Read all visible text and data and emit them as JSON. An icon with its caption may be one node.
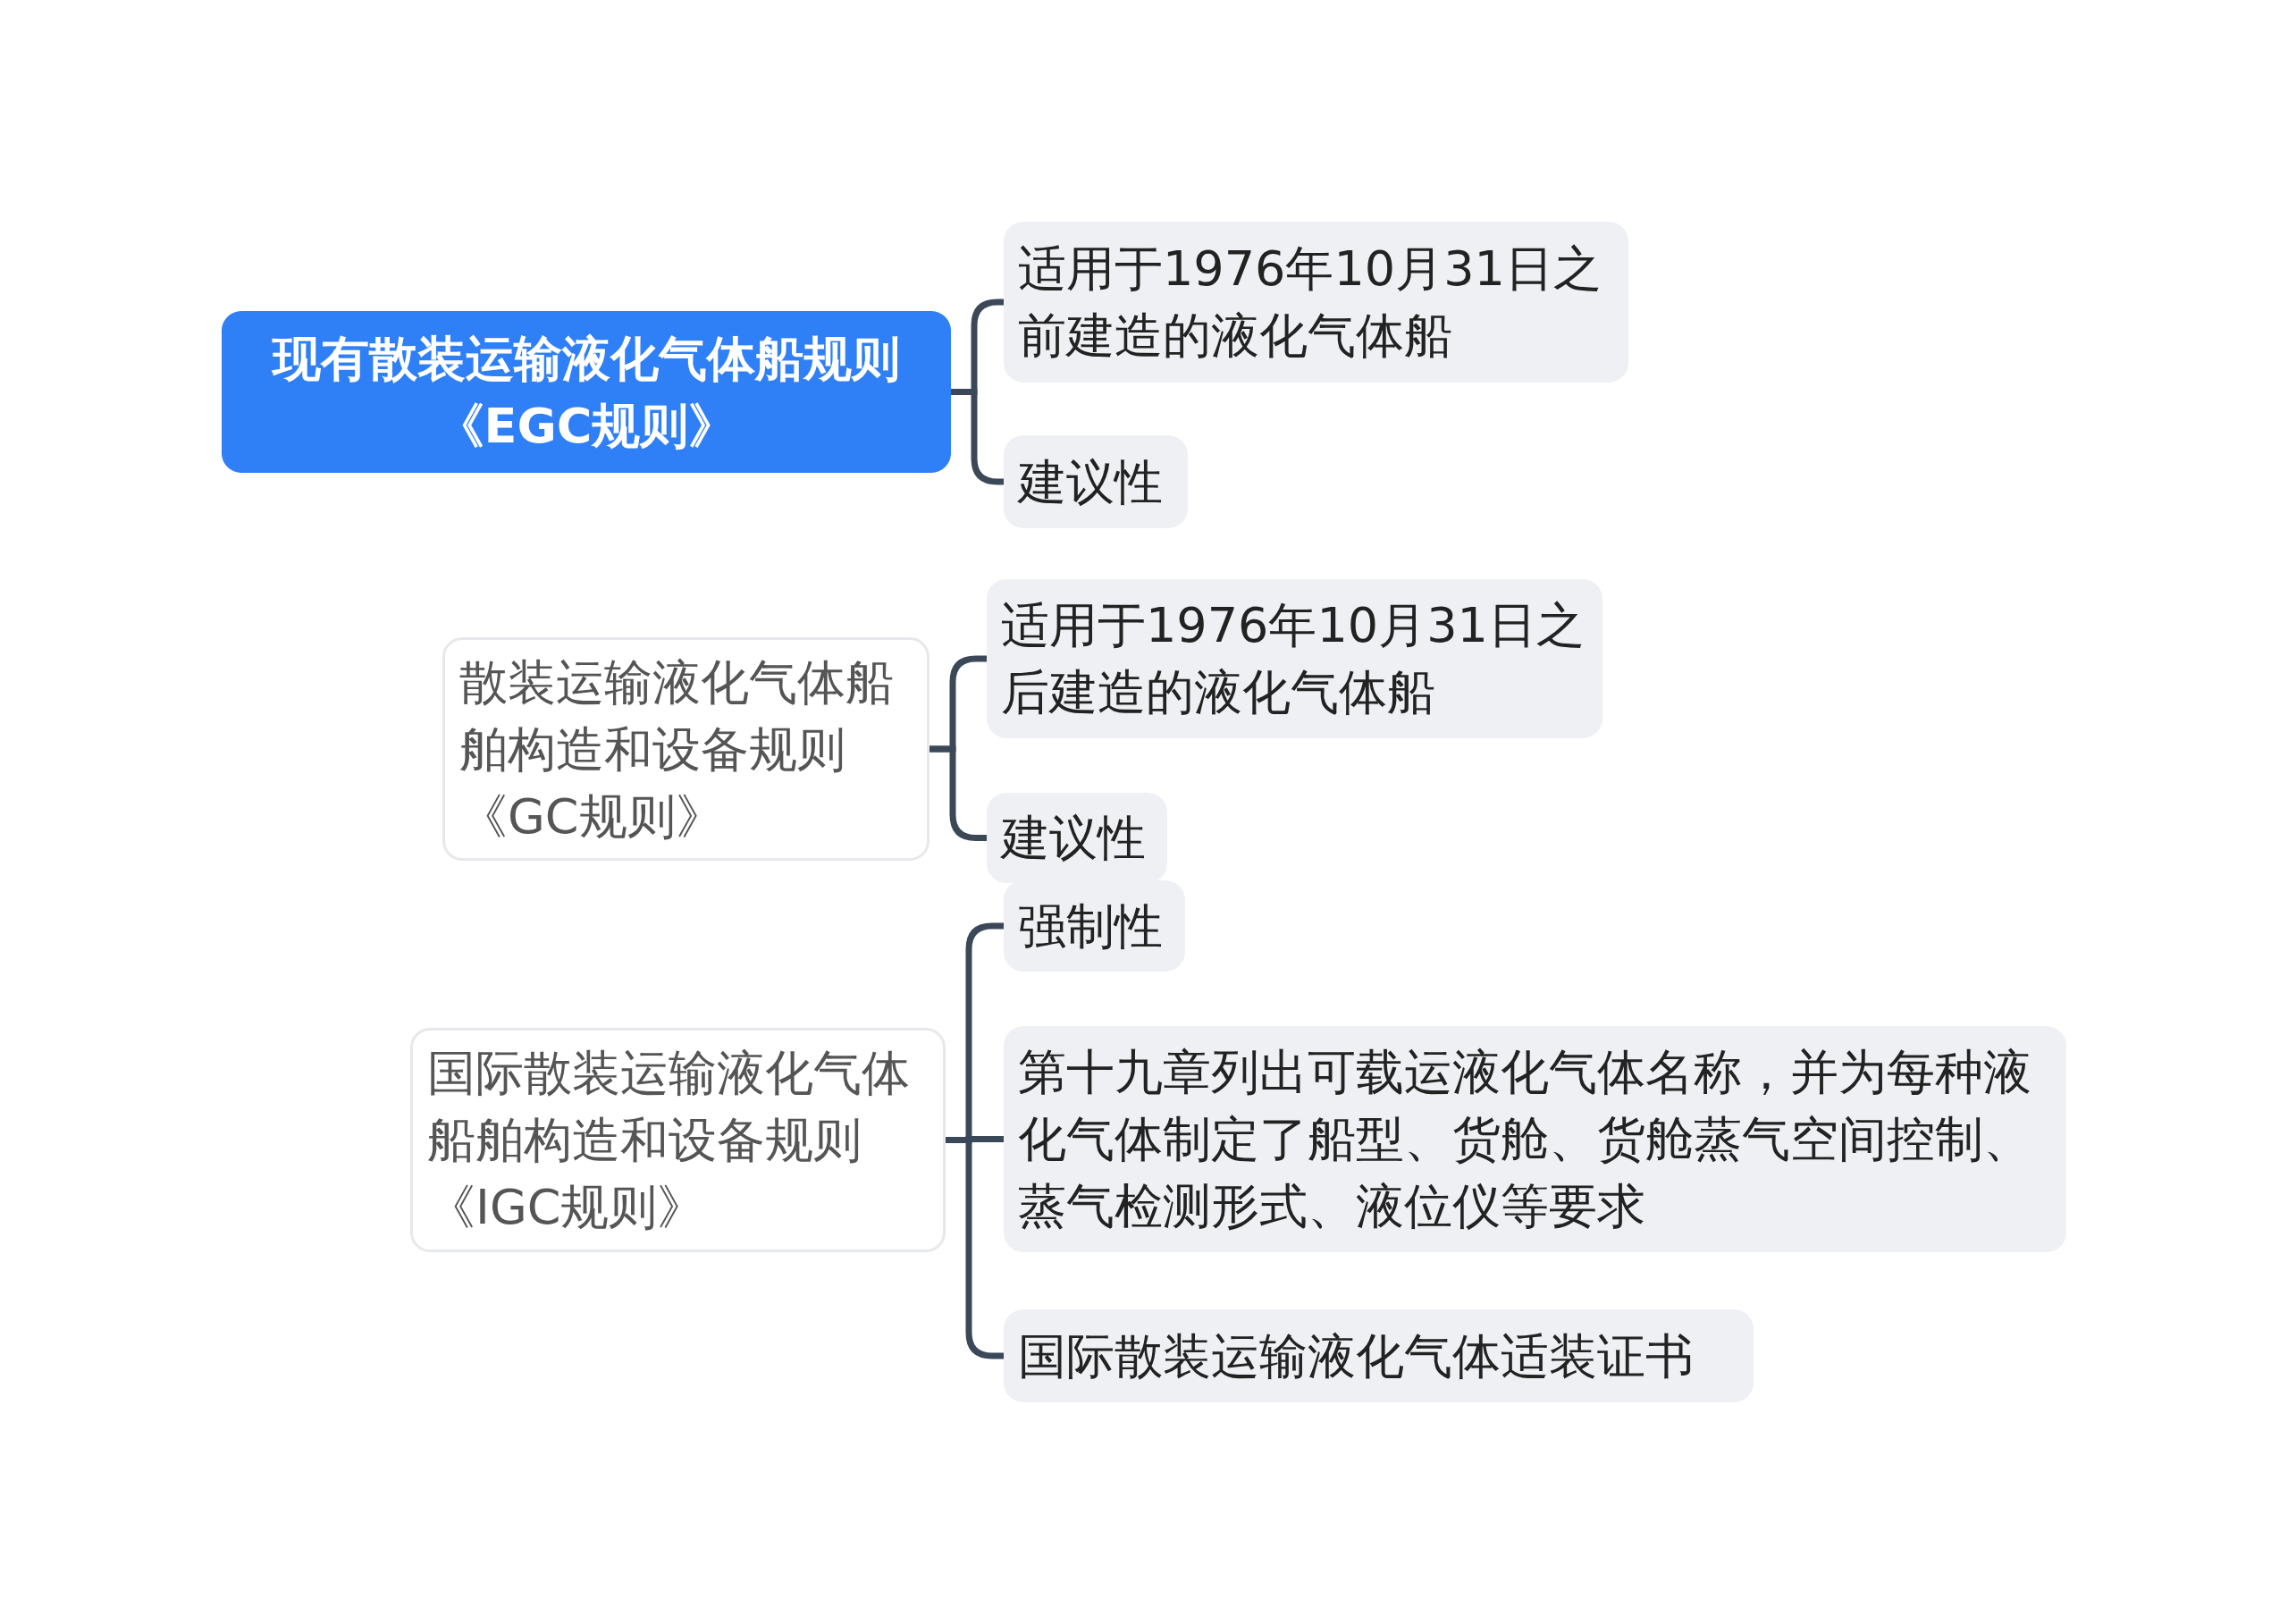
{
  "diagram": {
    "nodes": [
      {
        "text": [
          "现有散装运输液化气体船规则《EGC规则》"
        ]
      },
      {
        "text": [
          "适用于1976年10月31日之前建造的液化气体船"
        ]
      },
      {
        "text": [
          "建议性"
        ]
      },
      {
        "text": [
          "散装运输液化气体船舶构造和设备规则《GC规则》"
        ]
      },
      {
        "text": [
          "适用于1976年10月31日之后建造的液化气体船"
        ]
      },
      {
        "text": [
          "建议性"
        ]
      },
      {
        "text": [
          "国际散装运输液化气体船舶构造和设备规则《IGC规则》"
        ]
      },
      {
        "text": [
          "强制性"
        ]
      },
      {
        "text": [
          "第十九章列出可载运液化气体名称，并为每种液化气体制定了船型、货舱、货舱蒸气空间控制、蒸气检测形式、液位仪等要求"
        ]
      },
      {
        "text": [
          "国际散装运输液化气体适装证书"
        ]
      }
    ],
    "edges": [
      {
        "from": 0,
        "to": 1,
        "arrow": "none"
      },
      {
        "from": 0,
        "to": 2,
        "arrow": "none"
      },
      {
        "from": 3,
        "to": 4,
        "arrow": "none"
      },
      {
        "from": 3,
        "to": 5,
        "arrow": "none"
      },
      {
        "from": 6,
        "to": 7,
        "arrow": "none"
      },
      {
        "from": 6,
        "to": 8,
        "arrow": "none"
      },
      {
        "from": 6,
        "to": 9,
        "arrow": "none"
      }
    ]
  }
}
